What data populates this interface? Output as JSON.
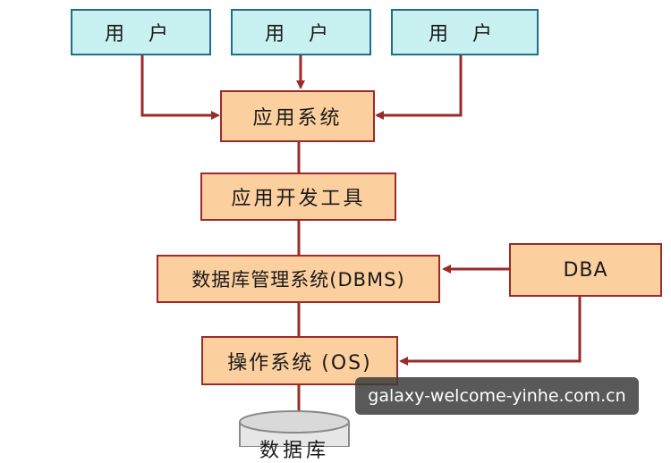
{
  "diagram": {
    "users": [
      "用 户",
      "用 户",
      "用 户"
    ],
    "app_system": "应用系统",
    "dev_tools": "应用开发工具",
    "dbms": "数据库管理系统(DBMS)",
    "dba": "DBA",
    "os": "操作系统 (OS)",
    "database": "数据库"
  },
  "watermark": "galaxy-welcome-yinhe.com.cn",
  "colors": {
    "user_fill": "#c9f1f1",
    "user_border": "#1f6f8b",
    "box_fill": "#fccf9f",
    "box_border": "#9b2a2a",
    "arrow": "#9b2a2a"
  }
}
